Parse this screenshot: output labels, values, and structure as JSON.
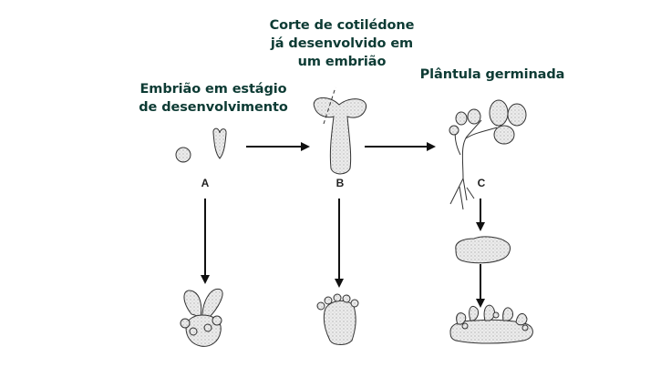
{
  "labels": {
    "embriao": [
      "Embrião em estágio",
      "de desenvolvimento"
    ],
    "corte": [
      "Corte de cotilédone",
      "já desenvolvido em",
      "um embrião"
    ],
    "plantula": [
      "Plântula germinada"
    ]
  },
  "stages": {
    "a": "A",
    "b": "B",
    "c": "C"
  },
  "colors": {
    "title": "#0d3b34",
    "stroke": "#222222",
    "fill": "#e9e9e9"
  }
}
